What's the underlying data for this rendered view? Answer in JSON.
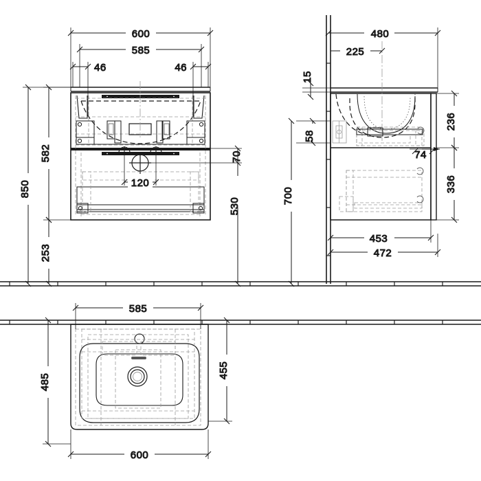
{
  "drawing": {
    "type": "technical-drawing",
    "subject": "wall-hung vanity unit with washbasin",
    "units": "mm",
    "views": [
      {
        "name": "front-elevation",
        "label": ""
      },
      {
        "name": "side-elevation",
        "label": ""
      },
      {
        "name": "plan-view",
        "label": ""
      }
    ]
  },
  "front_elevation": {
    "dimensions": {
      "overall_width": "600",
      "cabinet_width": "585",
      "left_inset": "46",
      "right_inset": "46",
      "total_height": "850",
      "cabinet_height": "582",
      "floor_clearance": "253",
      "upper_drawer_offset": "70",
      "lower_height": "530",
      "tap_spacing": "120"
    }
  },
  "side_elevation": {
    "dimensions": {
      "overall_depth": "480",
      "basin_depth": "225",
      "wall_thickness": "15",
      "bracket_offset": "58",
      "height_from_floor": "700",
      "upper_section": "236",
      "lower_section": "336",
      "front_offset": "74",
      "carcass_depth": "453",
      "top_depth": "472"
    }
  },
  "plan_view": {
    "dimensions": {
      "top_width": "585",
      "overall_width": "600",
      "overall_depth": "485",
      "cabinet_depth": "455"
    }
  },
  "colors": {
    "line": "#1a1a1a",
    "thin": "#555555",
    "hidden": "#888888",
    "background": "#ffffff"
  }
}
